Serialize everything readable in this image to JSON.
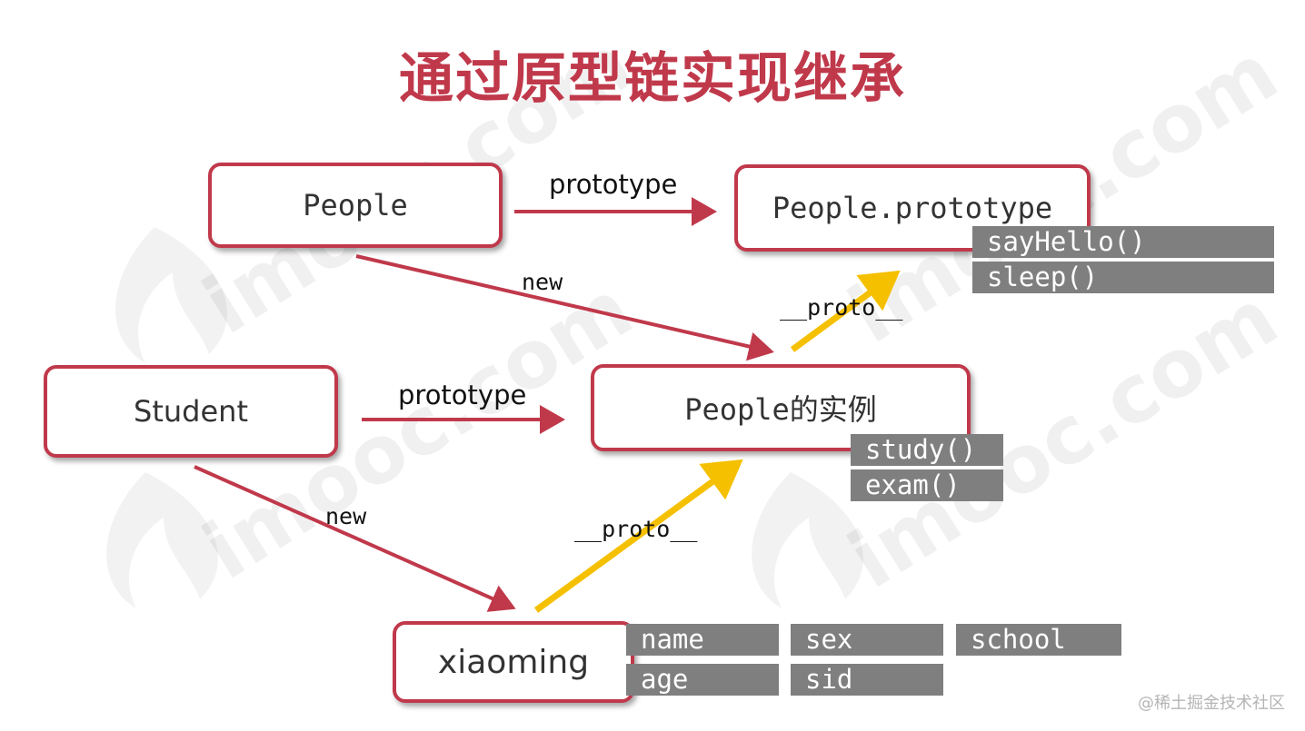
{
  "title": "通过原型链实现继承",
  "nodes": {
    "people": "People",
    "people_prototype": "People.prototype",
    "student": "Student",
    "people_instance": "People的实例",
    "xiaoming": "xiaoming"
  },
  "methods": {
    "say_hello": "sayHello()",
    "sleep": "sleep()",
    "study": "study()",
    "exam": "exam()"
  },
  "properties": {
    "name": "name",
    "sex": "sex",
    "school": "school",
    "age": "age",
    "sid": "sid"
  },
  "edge_labels": {
    "people_prototype": "prototype",
    "people_new": "new",
    "people_proto": "__proto__",
    "student_prototype": "prototype",
    "student_new": "new",
    "xiaoming_proto": "__proto__"
  },
  "colors": {
    "accent": "#c0394b",
    "proto_arrow": "#f5c000",
    "tag_fill": "#7f7f7f"
  },
  "watermark": "imooc.com",
  "credit": "@稀土掘金技术社区"
}
